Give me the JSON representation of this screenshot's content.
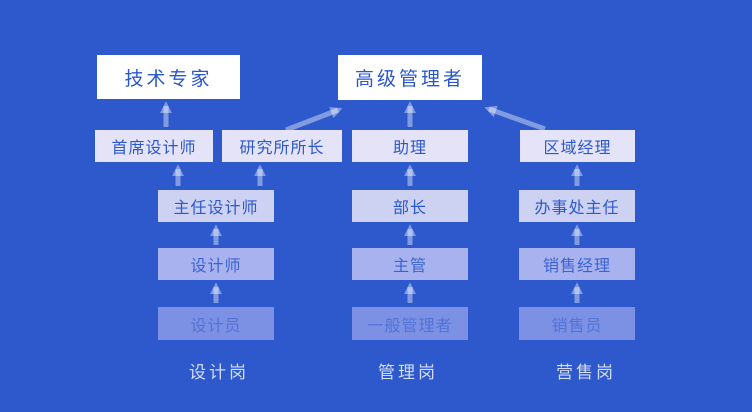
{
  "palette": {
    "background": "#2d59cd",
    "box_top": "#ffffff",
    "box_level2": "#e4e3f8",
    "box_level3": "#cdd2f3",
    "box_level4": "#a7b2ef",
    "box_level5": "#7c90e4",
    "node_text": "#2b57cc",
    "arrow": "rgba(255,255,255,0.40)",
    "label_text": "#d4ddf9"
  },
  "nodes": {
    "tech_expert": "技术专家",
    "senior_manager": "高级管理者",
    "chief_designer": "首席设计师",
    "institute_director": "研究所所长",
    "assistant": "助理",
    "regional_manager": "区域经理",
    "director_designer": "主任设计师",
    "department_head": "部长",
    "office_director": "办事处主任",
    "designer": "设计师",
    "supervisor": "主管",
    "sales_manager": "销售经理",
    "design_staff": "设计员",
    "general_manager": "一般管理者",
    "salesperson": "销售员"
  },
  "column_labels": {
    "design": "设计岗",
    "management": "管理岗",
    "sales": "营售岗"
  },
  "edges": [
    {
      "from": "设计员",
      "to": "设计师"
    },
    {
      "from": "设计师",
      "to": "主任设计师"
    },
    {
      "from": "主任设计师",
      "to": "首席设计师"
    },
    {
      "from": "主任设计师",
      "to": "研究所所长"
    },
    {
      "from": "首席设计师",
      "to": "技术专家"
    },
    {
      "from": "研究所所长",
      "to": "高级管理者"
    },
    {
      "from": "一般管理者",
      "to": "主管"
    },
    {
      "from": "主管",
      "to": "部长"
    },
    {
      "from": "部长",
      "to": "助理"
    },
    {
      "from": "助理",
      "to": "高级管理者"
    },
    {
      "from": "销售员",
      "to": "销售经理"
    },
    {
      "from": "销售经理",
      "to": "办事处主任"
    },
    {
      "from": "办事处主任",
      "to": "区域经理"
    },
    {
      "from": "区域经理",
      "to": "高级管理者"
    }
  ]
}
